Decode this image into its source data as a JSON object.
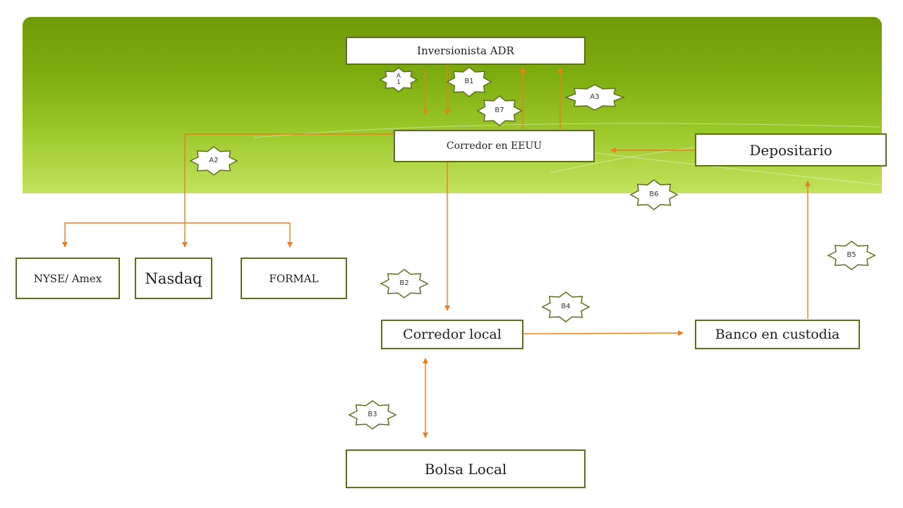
{
  "colors": {
    "band_top": "#6f9a06",
    "band_bottom": "#c2e35e",
    "arrow": "#f07c1e",
    "box_border": "#5e6e1f",
    "star_border": "#5e6e1f"
  },
  "nodes": {
    "inversionista": "Inversionista  ADR",
    "corredor_eeuu": "Corredor en EEUU",
    "depositario": "Depositario",
    "nyse": "NYSE/ Amex",
    "nasdaq": "Nasdaq",
    "formal": "FORMAL",
    "corredor_local": "Corredor local",
    "banco": "Banco en custodia",
    "bolsa": "Bolsa Local"
  },
  "steps": {
    "a1": "A\n1",
    "b1": "B1",
    "b7": "B7",
    "a3": "A3",
    "a2": "A2",
    "b6": "B6",
    "b5": "B5",
    "b2": "B2",
    "b4": "B4",
    "b3": "B3"
  }
}
